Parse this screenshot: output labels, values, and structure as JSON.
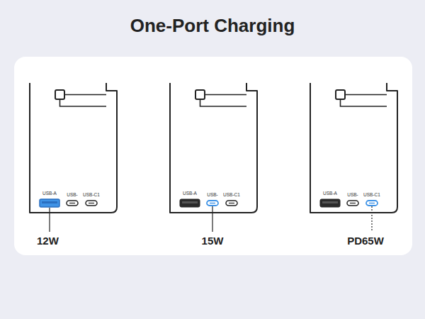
{
  "diagram": {
    "title": "One-Port Charging",
    "labels": [
      "USB-A",
      "USB-",
      "USB-C1",
      "USB-A",
      "USB-",
      "USB-C1",
      "USB-A",
      "USB-",
      "USB-C1",
      "12W",
      "15W",
      "PD65W"
    ]
  }
}
